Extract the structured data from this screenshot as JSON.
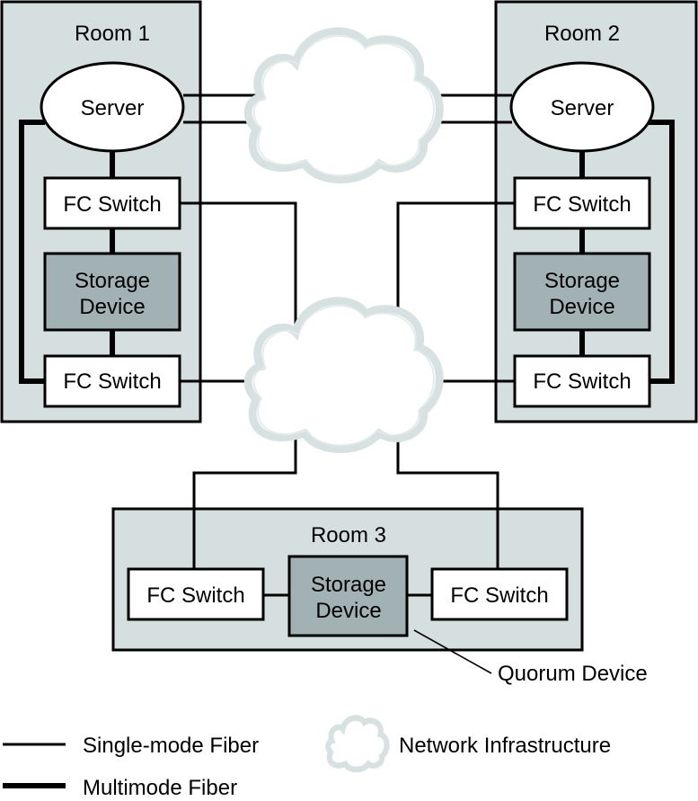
{
  "diagram": {
    "rooms": [
      {
        "label": "Room 1",
        "server": "Server",
        "switch_top": "FC Switch",
        "storage_line1": "Storage",
        "storage_line2": "Device",
        "switch_bottom": "FC Switch"
      },
      {
        "label": "Room 2",
        "server": "Server",
        "switch_top": "FC Switch",
        "storage_line1": "Storage",
        "storage_line2": "Device",
        "switch_bottom": "FC Switch"
      },
      {
        "label": "Room 3",
        "switch_left": "FC Switch",
        "storage_line1": "Storage",
        "storage_line2": "Device",
        "switch_right": "FC Switch"
      }
    ],
    "callout": "Quorum Device",
    "colors": {
      "room_fill": "#d5dfdf",
      "storage_fill": "#a2b1b4",
      "cloud_stroke": "#d7e1e1"
    }
  },
  "legend": {
    "single_mode": "Single-mode Fiber",
    "multimode": "Multimode Fiber",
    "network": "Network Infrastructure"
  }
}
